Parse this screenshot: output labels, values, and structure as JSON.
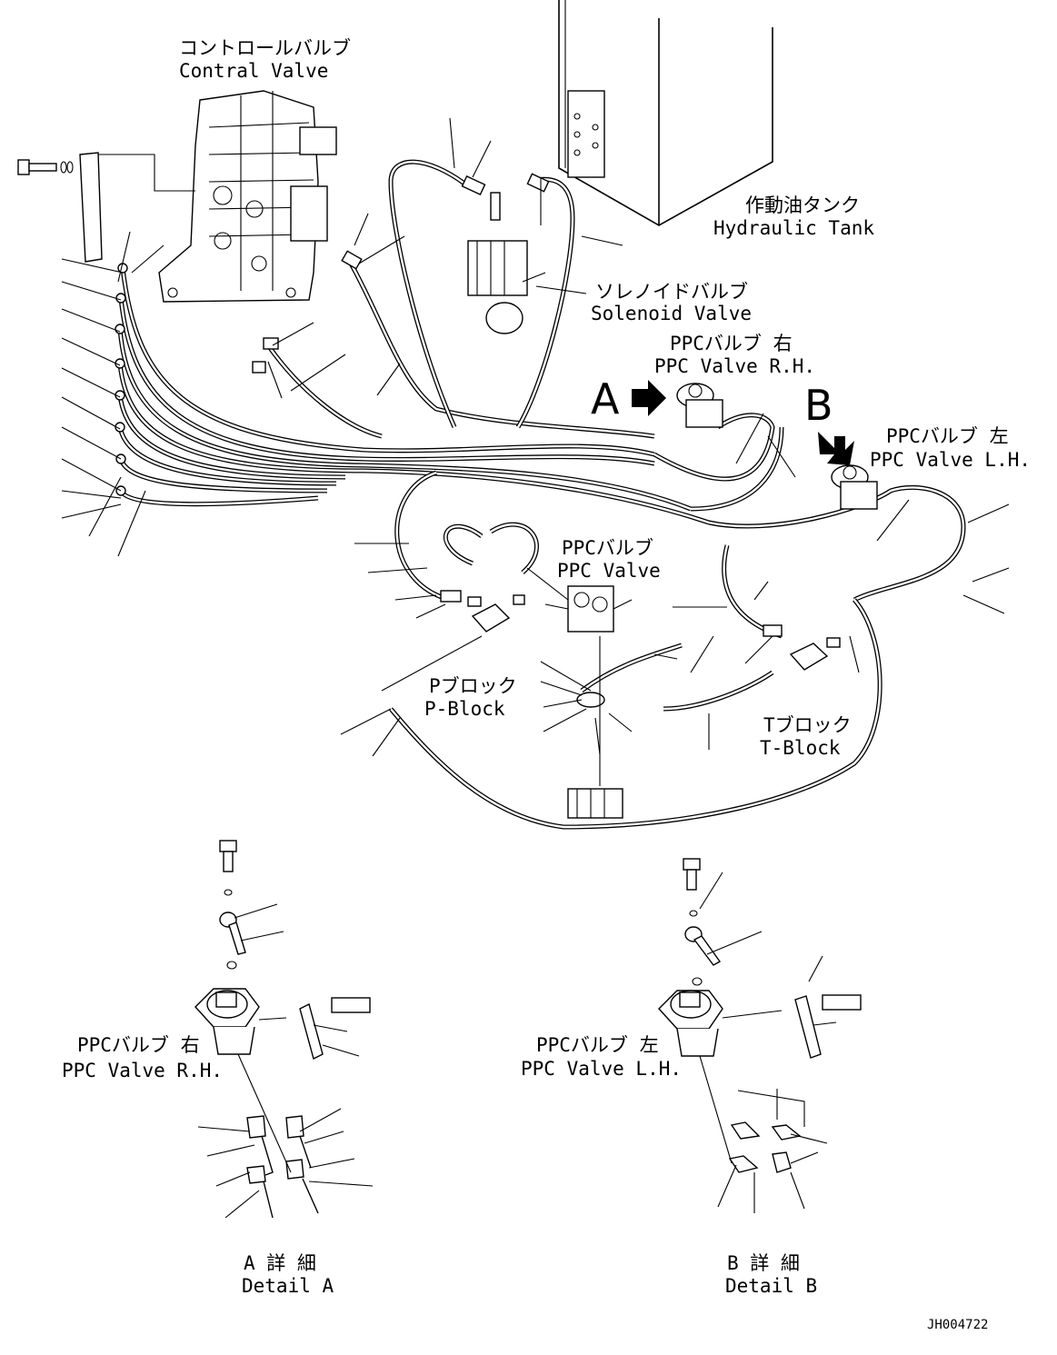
{
  "labels": {
    "control_valve_jp": "コントロールバルブ",
    "control_valve_en": "Contral Valve",
    "hydraulic_tank_jp": "作動油タンク",
    "hydraulic_tank_en": "Hydraulic Tank",
    "solenoid_valve_jp": "ソレノイドバルブ",
    "solenoid_valve_en": "Solenoid Valve",
    "ppc_rh_jp": "PPCバルブ 右",
    "ppc_rh_en": "PPC Valve R.H.",
    "ppc_lh_jp": "PPCバルブ 左",
    "ppc_lh_en": "PPC Valve L.H.",
    "ppc_jp": "PPCバルブ",
    "ppc_en": "PPC Valve",
    "p_block_jp": "Pブロック",
    "p_block_en": "P-Block",
    "t_block_jp": "Tブロック",
    "t_block_en": "T-Block",
    "view_a": "A",
    "view_b": "B",
    "detail_ppc_rh_jp": "PPCバルブ 右",
    "detail_ppc_rh_en": "PPC Valve R.H.",
    "detail_ppc_lh_jp": "PPCバルブ 左",
    "detail_ppc_lh_en": "PPC Valve L.H.",
    "detail_a_jp": "A 詳 細",
    "detail_a_en": "Detail A",
    "detail_b_jp": "B 詳 細",
    "detail_b_en": "Detail B",
    "drawing_code": "JH004722"
  },
  "icons": {
    "arrow_a": "right-arrow-icon",
    "arrow_b": "down-arrow-icon"
  }
}
